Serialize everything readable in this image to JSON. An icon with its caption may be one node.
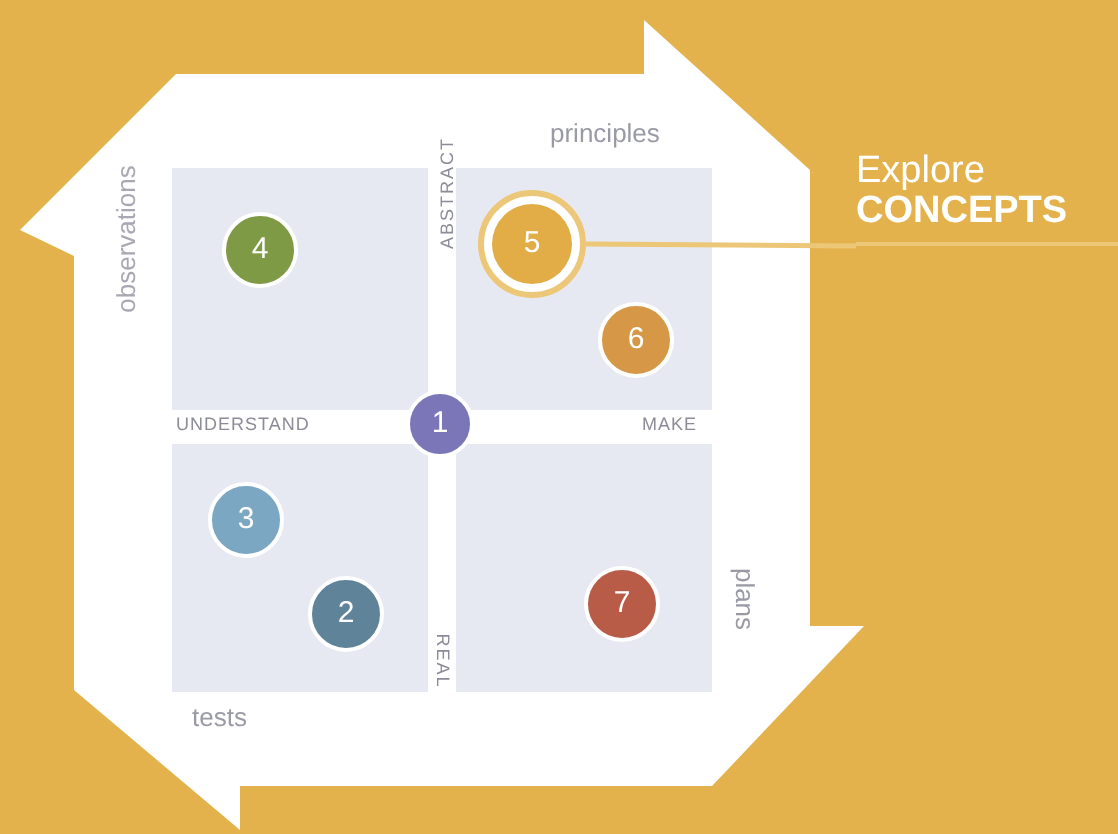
{
  "diagram": {
    "nodes": [
      {
        "text": [
          "Explore",
          "CONCEPTS"
        ]
      },
      {
        "text": [
          "1"
        ]
      },
      {
        "text": [
          "2"
        ]
      },
      {
        "text": [
          "3"
        ]
      },
      {
        "text": [
          "4"
        ]
      },
      {
        "text": [
          "5"
        ]
      },
      {
        "text": [
          "6"
        ]
      },
      {
        "text": [
          "7"
        ]
      }
    ],
    "edges": [
      {
        "from": 0,
        "to": 5,
        "arrow": "none"
      }
    ],
    "labels": [
      "principles",
      "observations",
      "ABSTRACT",
      "UNDERSTAND",
      "MAKE",
      "REAL",
      "plans",
      "tests"
    ]
  }
}
